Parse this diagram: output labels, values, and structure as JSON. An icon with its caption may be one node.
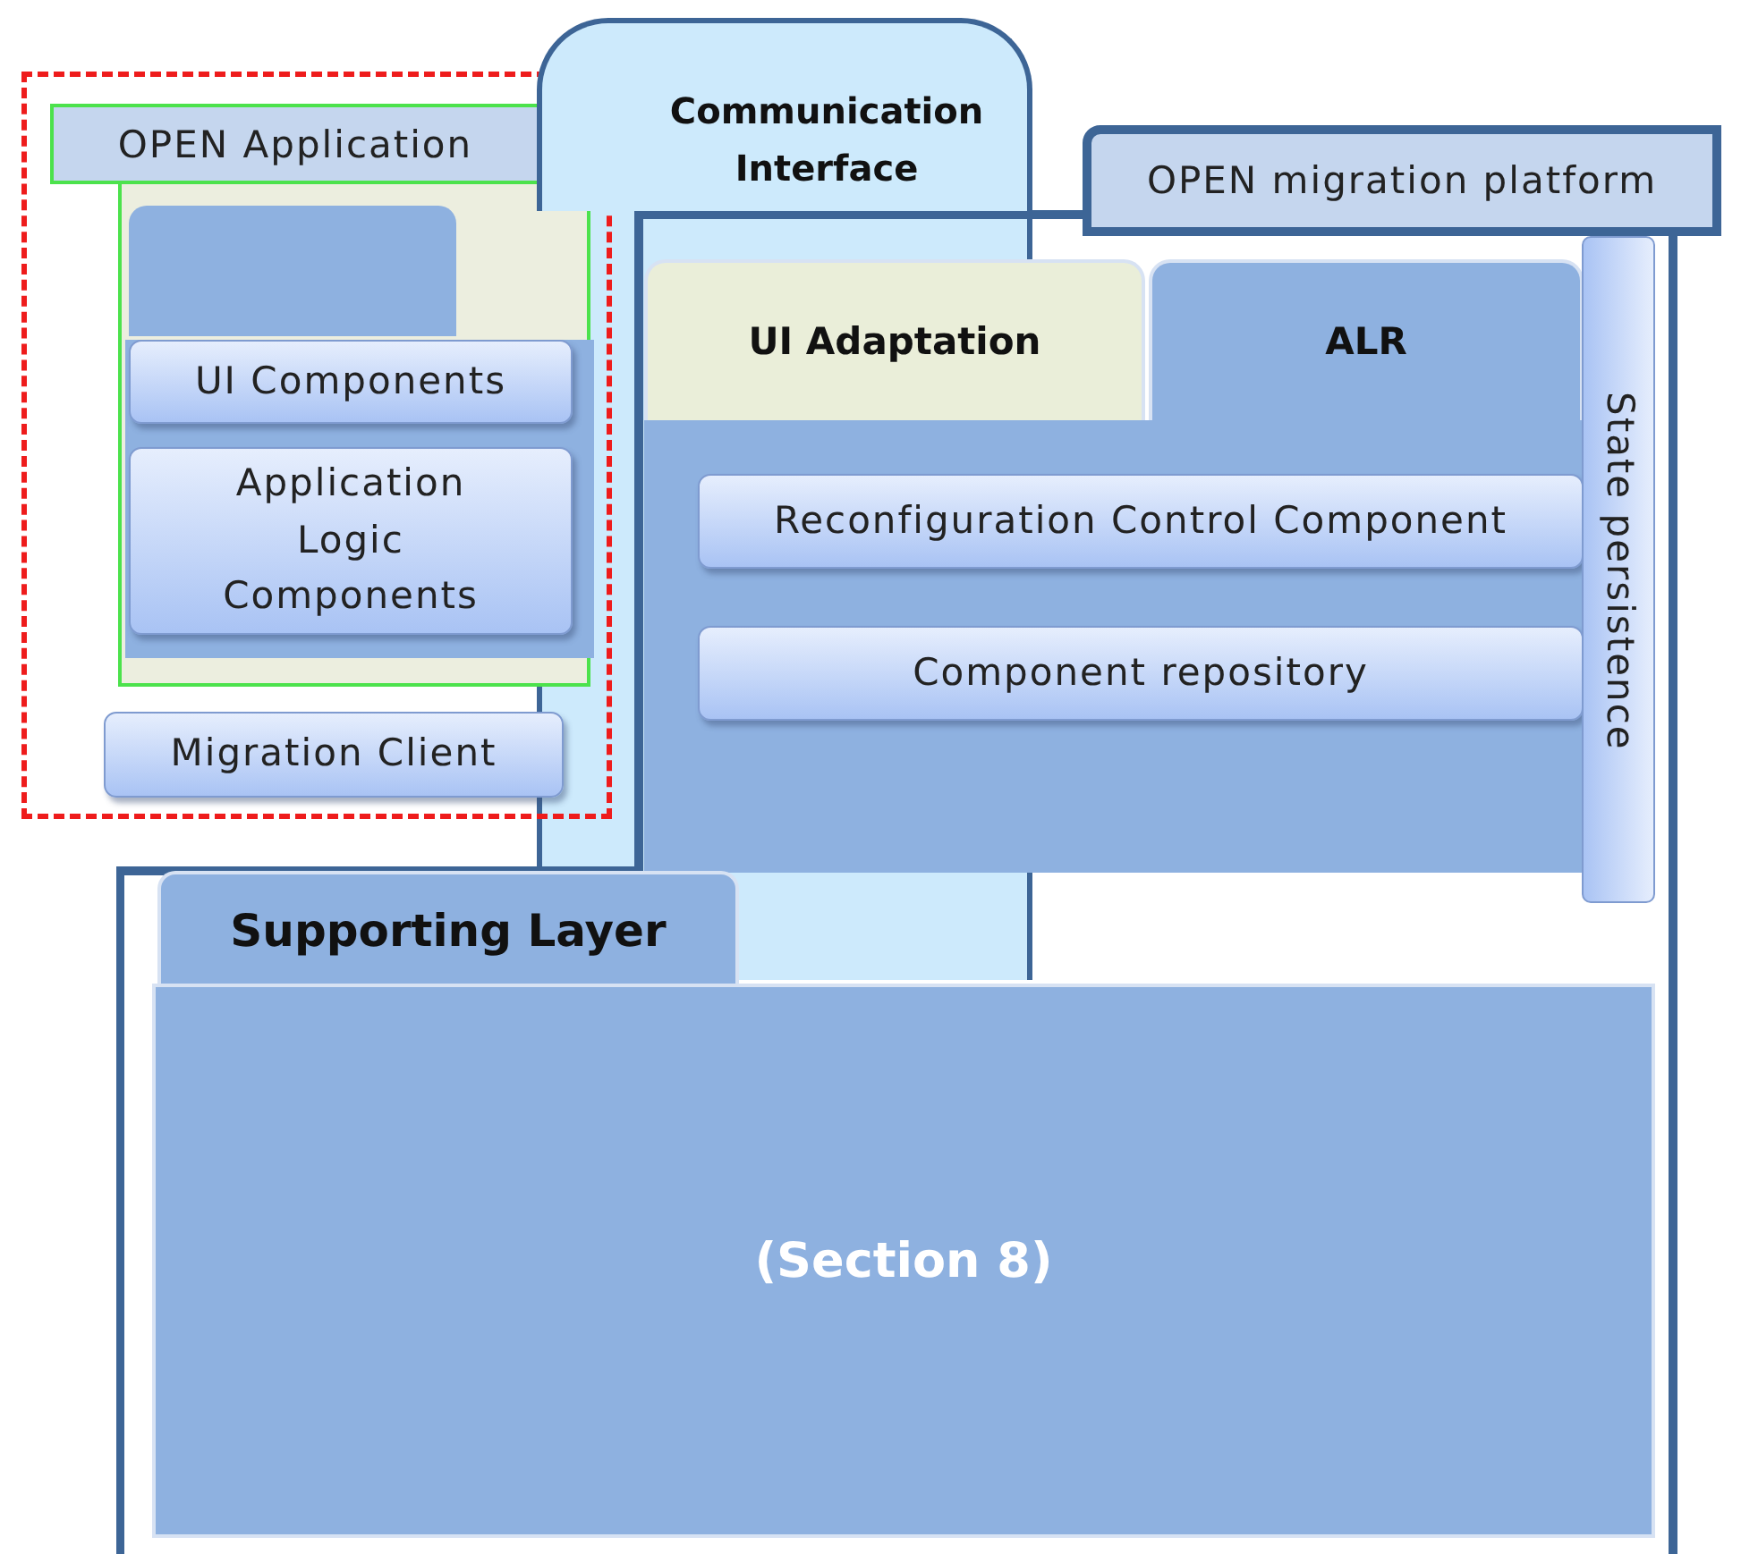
{
  "diagram": {
    "nodes": [
      {
        "text": [],
        "shape": "box"
      },
      {
        "text": [
          "OPEN Application"
        ]
      },
      {
        "text": [],
        "shape": "box",
        "in": 1
      },
      {
        "text": [
          "UI Components"
        ],
        "in": 1
      },
      {
        "text": [
          "Application Logic Components"
        ],
        "in": 1
      },
      {
        "text": [
          "Migration Client"
        ]
      },
      {
        "text": [
          "Communication Interface"
        ]
      },
      {
        "text": [
          "OPEN migration platform"
        ]
      },
      {
        "text": [
          "UI Adaptation"
        ],
        "in": 7
      },
      {
        "text": [
          "ALR"
        ],
        "in": 7
      },
      {
        "text": [],
        "shape": "box",
        "in": 7
      },
      {
        "text": [
          "Reconfiguration Control Component"
        ],
        "in": 10
      },
      {
        "text": [
          "Component repository"
        ],
        "in": 10
      },
      {
        "text": [
          "State persistence"
        ],
        "in": 7
      },
      {
        "text": [
          "Supporting Layer",
          "(Section 8)"
        ],
        "in": 7
      }
    ],
    "edges": []
  }
}
